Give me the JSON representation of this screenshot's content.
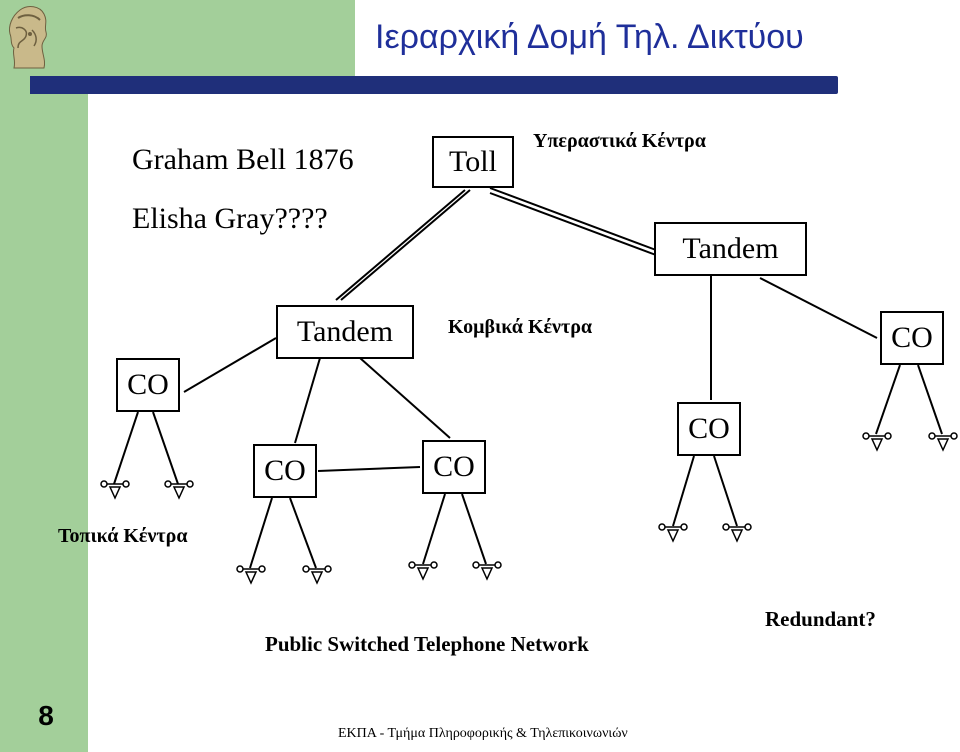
{
  "slide": {
    "title": "Ιεραρχική Δομή Τηλ. Δικτύου",
    "number": "8",
    "footer": "ΕΚΠΑ - Τμήμα Πληροφορικής & Τηλεπικοινωνιών"
  },
  "intro": {
    "line1": "Graham Bell 1876",
    "line2": "Elisha Gray????"
  },
  "diagram": {
    "toll_label": "Toll",
    "toll_caption": "Υπεραστικά Κέντρα",
    "tandem_right_label": "Tandem",
    "tandem_left_label": "Tandem",
    "tandem_caption": "Κομβικά Κέντρα",
    "co_left_label": "CO",
    "co_mid1_label": "CO",
    "co_mid2_label": "CO",
    "co_right_label": "CO",
    "co_far_right_label": "CO",
    "local_caption": "Τοπικά Κέντρα",
    "network_caption": "Public Switched Telephone Network",
    "redundant_caption": "Redundant?"
  },
  "icons": {
    "logo": "athena-head-logo",
    "phone": "telephone-icon"
  },
  "colors": {
    "sidebar": "#a3cf9a",
    "bar": "#1f2f7a",
    "title": "#1f2f9a"
  }
}
